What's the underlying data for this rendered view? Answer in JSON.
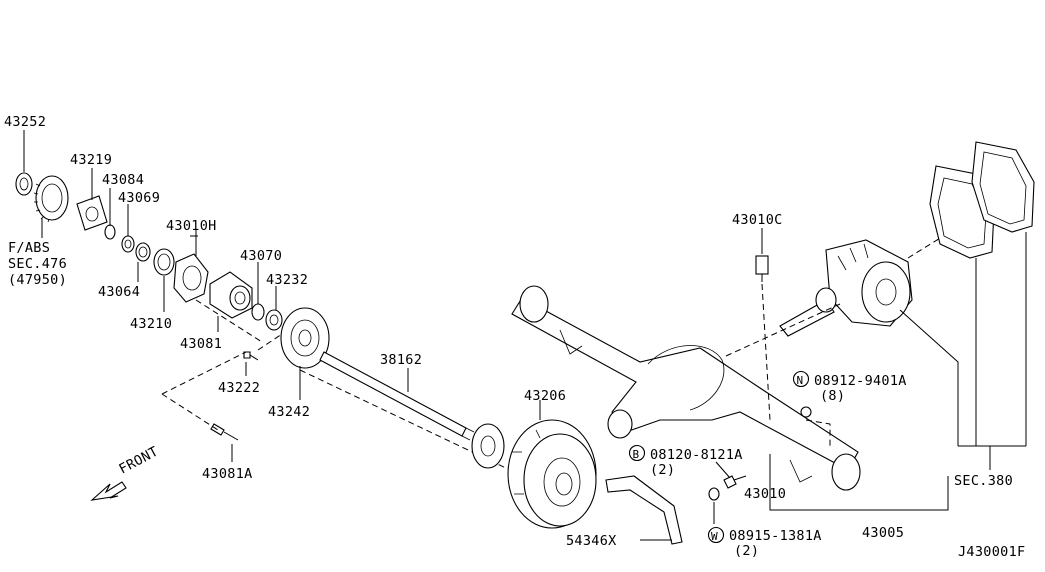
{
  "diagram_code": "J430001F",
  "front_label": "FRONT",
  "labels": {
    "p43252": "43252",
    "p43219": "43219",
    "p43084": "43084",
    "p43069": "43069",
    "p43010h": "43010H",
    "fabs": "F/ABS",
    "sec476": "SEC.476",
    "p47950": "(47950)",
    "p43064": "43064",
    "p43210": "43210",
    "p43070": "43070",
    "p43232": "43232",
    "p43081": "43081",
    "p43222": "43222",
    "p43242": "43242",
    "p38162": "38162",
    "p43206": "43206",
    "p43081a": "43081A",
    "p43010c": "43010C",
    "nut_code": "08912-9401A",
    "nut_qty": "(8)",
    "bolt_code": "08120-8121A",
    "bolt_qty": "(2)",
    "washer_code": "08915-1381A",
    "washer_qty": "(2)",
    "p43010": "43010",
    "p43005": "43005",
    "sec380": "SEC.380",
    "p54346x": "54346X"
  },
  "callout_letters": {
    "nut": "N",
    "bolt": "B",
    "washer": "W"
  }
}
